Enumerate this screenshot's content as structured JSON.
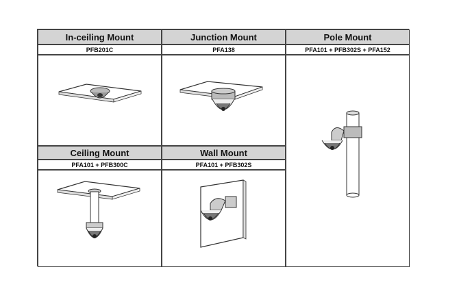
{
  "table": {
    "in_ceiling": {
      "title": "In-ceiling Mount",
      "model": "PFB201C"
    },
    "junction": {
      "title": "Junction Mount",
      "model": "PFA138"
    },
    "pole": {
      "title": "Pole Mount",
      "model": "PFA101 + PFB302S + PFA152"
    },
    "ceiling": {
      "title": "Ceiling Mount",
      "model": "PFA101 + PFB300C"
    },
    "wall": {
      "title": "Wall Mount",
      "model": "PFA101 + PFB302S"
    }
  }
}
